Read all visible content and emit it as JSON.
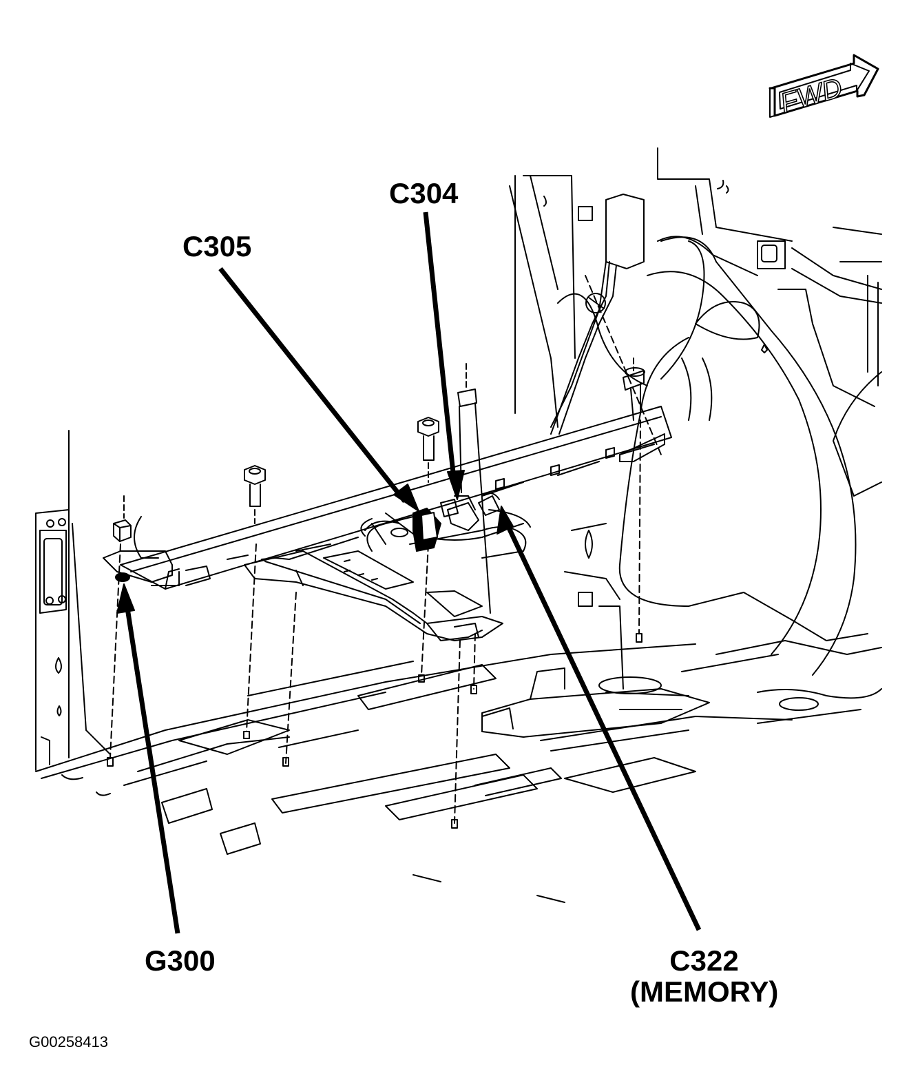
{
  "labels": {
    "c304": "C304",
    "c305": "C305",
    "g300": "G300",
    "c322_line1": "C322",
    "c322_line2": "(MEMORY)",
    "fwd": "FWD"
  },
  "figure_id": "G00258413"
}
